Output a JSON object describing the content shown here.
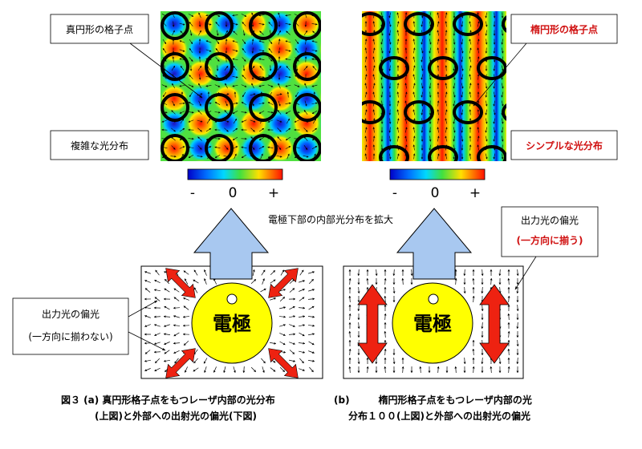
{
  "labels": {
    "a_lattice": "真円形の格子点",
    "a_complex": "複雑な光分布",
    "b_lattice": "楕円形の格子点",
    "b_simple": "シンプルな光分布",
    "enlarge": "電極下部の内部光分布を拡大",
    "pol_a_title": "出力光の偏光",
    "pol_a_note": "(一方向に揃わない)",
    "pol_b_title": "出力光の偏光",
    "pol_b_note": "(一方向に揃う)",
    "electrode": "電極"
  },
  "colorbar": {
    "minus": "-",
    "zero": "0",
    "plus": "+"
  },
  "caption": {
    "a_line1": "図３ (a) 真円形格子点をもつレーザ内部の光分布",
    "a_line2": "(上図)と外部への出射光の偏光(下図)",
    "b_line1": "(b)　　　楕円形格子点をもつレーザ内部の光",
    "b_line2": "分布１００(上図)と外部への出射光の偏光"
  },
  "colors": {
    "highlight_red": "#d01010",
    "electrode_yellow": "#ffff00",
    "arrow_blue": "#a8c8f0",
    "emission_red": "#ee2211"
  }
}
